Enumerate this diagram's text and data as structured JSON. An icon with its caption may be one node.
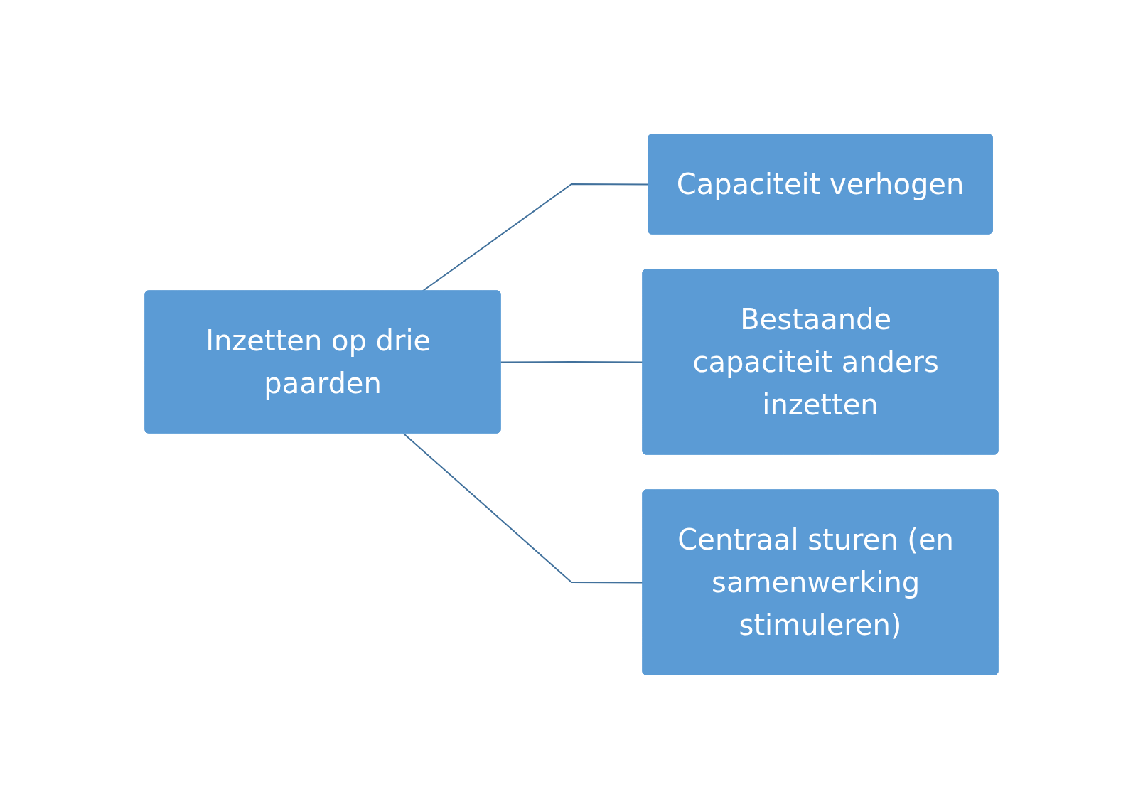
{
  "diagram": {
    "nodes": [
      {
        "text": [
          "Inzetten op drie paarden"
        ]
      },
      {
        "text": [
          "Capaciteit verhogen"
        ]
      },
      {
        "text": [
          "Bestaande capaciteit anders inzetten"
        ]
      },
      {
        "text": [
          "Centraal sturen (en samenwerking stimuleren)"
        ]
      }
    ],
    "edges": [
      {
        "from": 0,
        "to": 1,
        "arrow": "none"
      },
      {
        "from": 0,
        "to": 2,
        "arrow": "none"
      },
      {
        "from": 0,
        "to": 3,
        "arrow": "none"
      }
    ]
  }
}
